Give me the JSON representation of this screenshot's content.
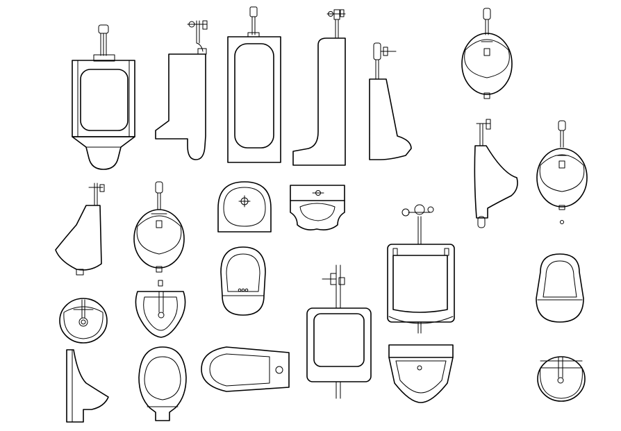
{
  "drawing": {
    "stroke_color": "#000000",
    "background_color": "#ffffff",
    "symbols": [
      {
        "id": "u01",
        "kind": "urinal-front-elevation-large"
      },
      {
        "id": "u02",
        "kind": "urinal-side-elevation-flush-valve"
      },
      {
        "id": "u03",
        "kind": "urinal-stall-front-elevation"
      },
      {
        "id": "u04",
        "kind": "urinal-stall-side-elevation"
      },
      {
        "id": "u05",
        "kind": "urinal-side-elevation-narrow"
      },
      {
        "id": "u06",
        "kind": "urinal-round-front-elevation"
      },
      {
        "id": "u07",
        "kind": "urinal-side-elevation-curved"
      },
      {
        "id": "u08",
        "kind": "urinal-round-front-elevation"
      },
      {
        "id": "u09",
        "kind": "urinal-side-elevation-angled"
      },
      {
        "id": "u10",
        "kind": "urinal-round-front-elevation-valve"
      },
      {
        "id": "u11",
        "kind": "urinal-plan-arched"
      },
      {
        "id": "u12",
        "kind": "urinal-plan-wall-hung"
      },
      {
        "id": "u13",
        "kind": "urinal-front-elevation-bowl"
      },
      {
        "id": "u14",
        "kind": "urinal-front-elevation-large-valve"
      },
      {
        "id": "u15",
        "kind": "urinal-front-elevation-oval"
      },
      {
        "id": "u16",
        "kind": "urinal-plan-round"
      },
      {
        "id": "u17",
        "kind": "urinal-plan-round-drain"
      },
      {
        "id": "u18",
        "kind": "urinal-front-elevation-rect"
      },
      {
        "id": "u19",
        "kind": "urinal-side-elevation-lip"
      },
      {
        "id": "u20",
        "kind": "urinal-front-elevation-egg"
      },
      {
        "id": "u21",
        "kind": "urinal-trough-plan"
      },
      {
        "id": "u22",
        "kind": "urinal-plan-wall-hung-large"
      },
      {
        "id": "u23",
        "kind": "urinal-plan-round-valve"
      }
    ]
  }
}
